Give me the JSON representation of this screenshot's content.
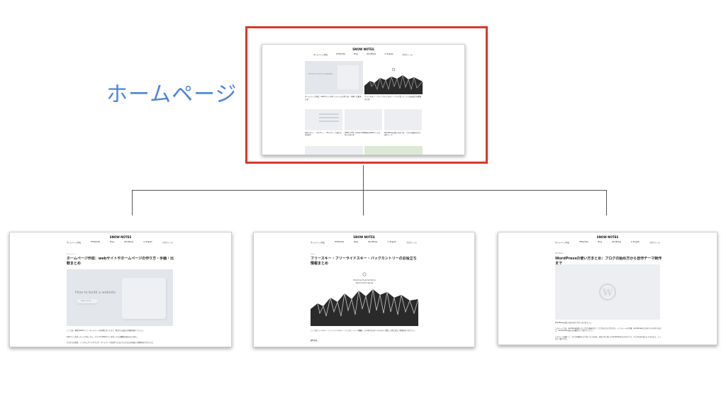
{
  "diagram": {
    "root_label": "ホームページ"
  },
  "site": {
    "name": "SNOW NOTES",
    "nav": [
      "ホームページ作成",
      "HTML/CSS",
      "Blog",
      "WordPress",
      "in English",
      "プロフィール"
    ]
  },
  "home": {
    "card1_img_text": "How to build a website",
    "card1_title": "ホームページ作成：webサイトやホームページの作り方・手順・比較まとめ",
    "card2_title": "フリースキー・フリーライドスキー・バックカントリーのお役立ち情報まとめ",
    "card3_title": "webデザイン・UIデザイン・UXデザインで使える本を紹介",
    "card4_title": "HTMLとCSS、Javascript等基本のWebサイトの作り方まとめ",
    "card5_title": "WordPressの使い方まとめ：ブログの始め方から自作テーマ"
  },
  "pages": [
    {
      "category": "ホームページ",
      "title": "ホームページ作成：webサイトやホームページの作り方・手順・比較まとめ",
      "img_text": "How to build a website",
      "img_button": "Learn more",
      "body": [
        "ここでは、筆者がwebサイト・ホームページを実際に作ってみて、得られたお役立ち情報を紹介していく。",
        "webサイトを作ったことがなくても、ブラウザでWebサイトを作ってみる経験が出来るので見て。",
        "そもそもの前提、シンプルにサイトやブログ・ホームページを自作できるようになるためお役立ち情報をまとめている。"
      ]
    },
    {
      "category": "スキー",
      "title": "フリースキー・フリーライドスキー・バックカントリーのお役立ち情報まとめ",
      "img_line1": "Exploring Freeride Skiing",
      "img_line2": "Backcountry Skiing",
      "body": [
        "ここではフリースキー・フリーライドスキー・バックカントリー等最新、より様々なスタイルのスキー滑走した時に役立つ情報をまとめていく。",
        "随時追加。"
      ]
    },
    {
      "category": "WordPress",
      "title": "WordPressの使い方まとめ：ブログの始め方から自作テーマ制作まで",
      "body": [
        "WordPressの使い方を分かりやすくまとめていく。",
        "このページでは、wordpressを使ったブログの始め方や、ブログの立ち上げ方から、インストールの手順、wordpressのカスタマイズのやり方など、wordpressの使い方を解説として紹介していく。",
        "このページを通じて、ブログを始めたいと思っている方は、自分の手に取ってwordpressのカスタマイズ、ブログのお手伝いにできるよう、しっかりと紹介する。"
      ]
    }
  ]
}
